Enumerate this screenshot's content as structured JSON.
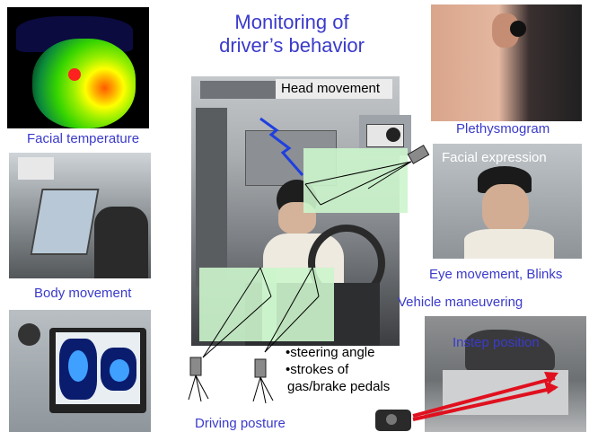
{
  "title": {
    "line1": "Monitoring of",
    "line2": "driver’s behavior"
  },
  "labels": {
    "facial_temperature": "Facial temperature",
    "body_movement": "Body movement",
    "plethysmogram": "Plethysmogram",
    "facial_expression": "Facial expression",
    "eye_movement": "Eye movement, Blinks",
    "vehicle_maneuvering": "Vehicle maneuvering",
    "instep_position": "Instep position",
    "head_movement": "Head movement",
    "driving_posture": "Driving posture"
  },
  "bullets": {
    "b1": "•steering angle",
    "b2": "•strokes of",
    "b3": "gas/brake pedals"
  },
  "colors": {
    "label_blue": "#3a3acc",
    "highlight_green": "#ccf5cc",
    "arrow_red": "#e0101e",
    "lightning_blue": "#1f3fe0"
  }
}
